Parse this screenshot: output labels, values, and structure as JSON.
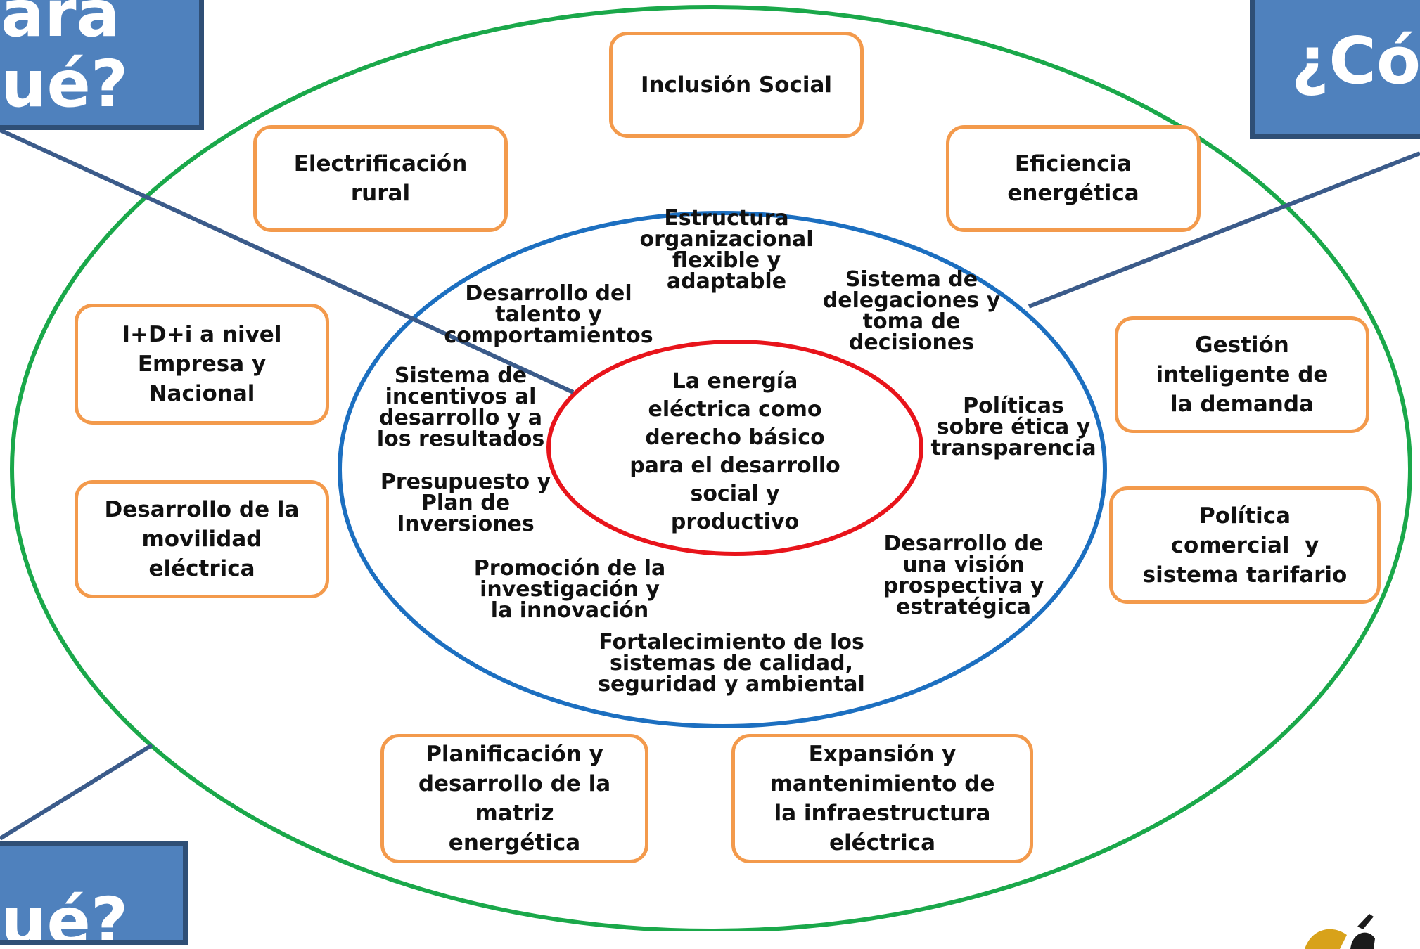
{
  "corner_labels": {
    "top_left": "ara\nué?",
    "top_right": "¿Có",
    "bottom_left": "ué?"
  },
  "center": {
    "text": "La energía\neléctrica como\nderecho básico\npara el desarrollo\nsocial y\nproductivo"
  },
  "inner_ring": [
    {
      "id": "estructura",
      "text": "Estructura\norganizacional\nflexible y\nadaptable"
    },
    {
      "id": "talento",
      "text": "Desarrollo del\ntalento y\ncomportamientos"
    },
    {
      "id": "delegaciones",
      "text": "Sistema de\ndelegaciones y\ntoma de\ndecisiones"
    },
    {
      "id": "incentivos",
      "text": "Sistema de\nincentivos al\ndesarrollo y a\nlos resultados"
    },
    {
      "id": "etica",
      "text": "Políticas\nsobre ética y\ntransparencia"
    },
    {
      "id": "presupuesto",
      "text": "Presupuesto y\nPlan de\nInversiones"
    },
    {
      "id": "investigacion",
      "text": "Promoción de la\ninvestigación y\nla innovación"
    },
    {
      "id": "vision",
      "text": "Desarrollo de\nuna visión\nprospectiva y\nestratégica"
    },
    {
      "id": "calidad",
      "text": "Fortalecimiento de los\nsistemas de calidad,\nseguridad y ambiental"
    }
  ],
  "outer_boxes": [
    {
      "id": "inclusion",
      "text": "Inclusión Social"
    },
    {
      "id": "electrificacion",
      "text": "Electrificación\nrural"
    },
    {
      "id": "eficiencia",
      "text": "Eficiencia\nenergética"
    },
    {
      "id": "idi",
      "text": "I+D+i a nivel\nEmpresa y\nNacional"
    },
    {
      "id": "gestion",
      "text": "Gestión\ninteligente de\nla demanda"
    },
    {
      "id": "movilidad",
      "text": "Desarrollo de la\nmovilidad\neléctrica"
    },
    {
      "id": "politica",
      "text": "Política\ncomercial  y\nsistema tarifario"
    },
    {
      "id": "planificacion",
      "text": "Planificación y\ndesarrollo de la\nmatriz\nenergética"
    },
    {
      "id": "expansion",
      "text": "Expansión y\nmantenimiento de\nla infraestructura\neléctrica"
    }
  ],
  "colors": {
    "outer_ellipse": "#1aa84a",
    "middle_ellipse": "#1c6fc0",
    "inner_ellipse": "#e8141b",
    "box_border": "#f39a4c",
    "question_box": "#4f81bd",
    "connector": "#3b5b8a"
  }
}
